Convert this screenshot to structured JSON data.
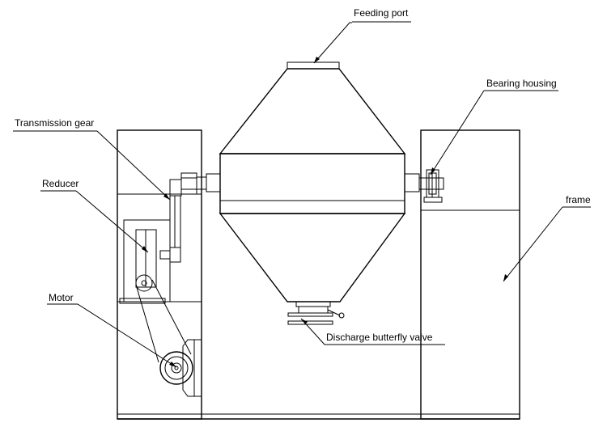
{
  "labels": {
    "feeding_port": "Feeding port",
    "bearing_housing": "Bearing housing",
    "transmission_gear": "Transmission gear",
    "reducer": "Reducer",
    "frame": "frame",
    "motor": "Motor",
    "discharge_valve": "Discharge butterfly valve"
  }
}
